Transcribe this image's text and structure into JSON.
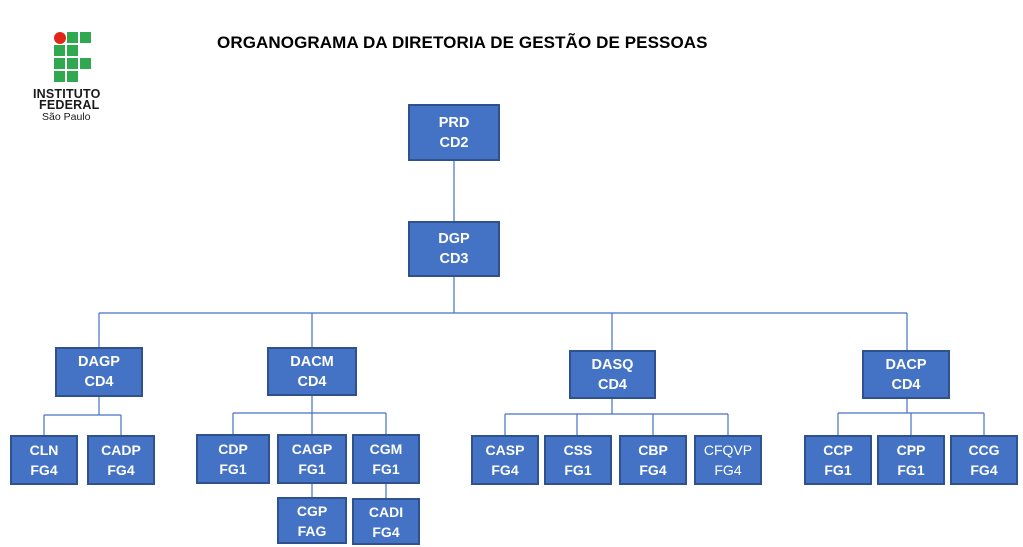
{
  "title": "ORGANOGRAMA DA DIRETORIA DE GESTÃO DE PESSOAS",
  "logo": {
    "line1": "INSTITUTO",
    "line2": "FEDERAL",
    "line3": "São Paulo",
    "colors": {
      "green": "#2fa84f",
      "red": "#e1251b"
    }
  },
  "colors": {
    "box_fill": "#4472c4",
    "box_border": "#2f528f",
    "connector": "#4472c4"
  },
  "nodes": {
    "prd": {
      "name": "PRD",
      "code": "CD2"
    },
    "dgp": {
      "name": "DGP",
      "code": "CD3"
    },
    "dagp": {
      "name": "DAGP",
      "code": "CD4"
    },
    "dacm": {
      "name": "DACM",
      "code": "CD4"
    },
    "dasq": {
      "name": "DASQ",
      "code": "CD4"
    },
    "dacp": {
      "name": "DACP",
      "code": "CD4"
    },
    "cln": {
      "name": "CLN",
      "code": "FG4"
    },
    "cadp": {
      "name": "CADP",
      "code": "FG4"
    },
    "cdp": {
      "name": "CDP",
      "code": "FG1"
    },
    "cagp": {
      "name": "CAGP",
      "code": "FG1"
    },
    "cgm": {
      "name": "CGM",
      "code": "FG1"
    },
    "cgp": {
      "name": "CGP",
      "code": "FAG"
    },
    "cadi": {
      "name": "CADI",
      "code": "FG4"
    },
    "casp": {
      "name": "CASP",
      "code": "FG4"
    },
    "css": {
      "name": "CSS",
      "code": "FG1"
    },
    "cbp": {
      "name": "CBP",
      "code": "FG4"
    },
    "cfqvp": {
      "name": "CFQVP",
      "code": "FG4"
    },
    "ccp": {
      "name": "CCP",
      "code": "FG1"
    },
    "cpp": {
      "name": "CPP",
      "code": "FG1"
    },
    "ccg": {
      "name": "CCG",
      "code": "FG4"
    }
  }
}
